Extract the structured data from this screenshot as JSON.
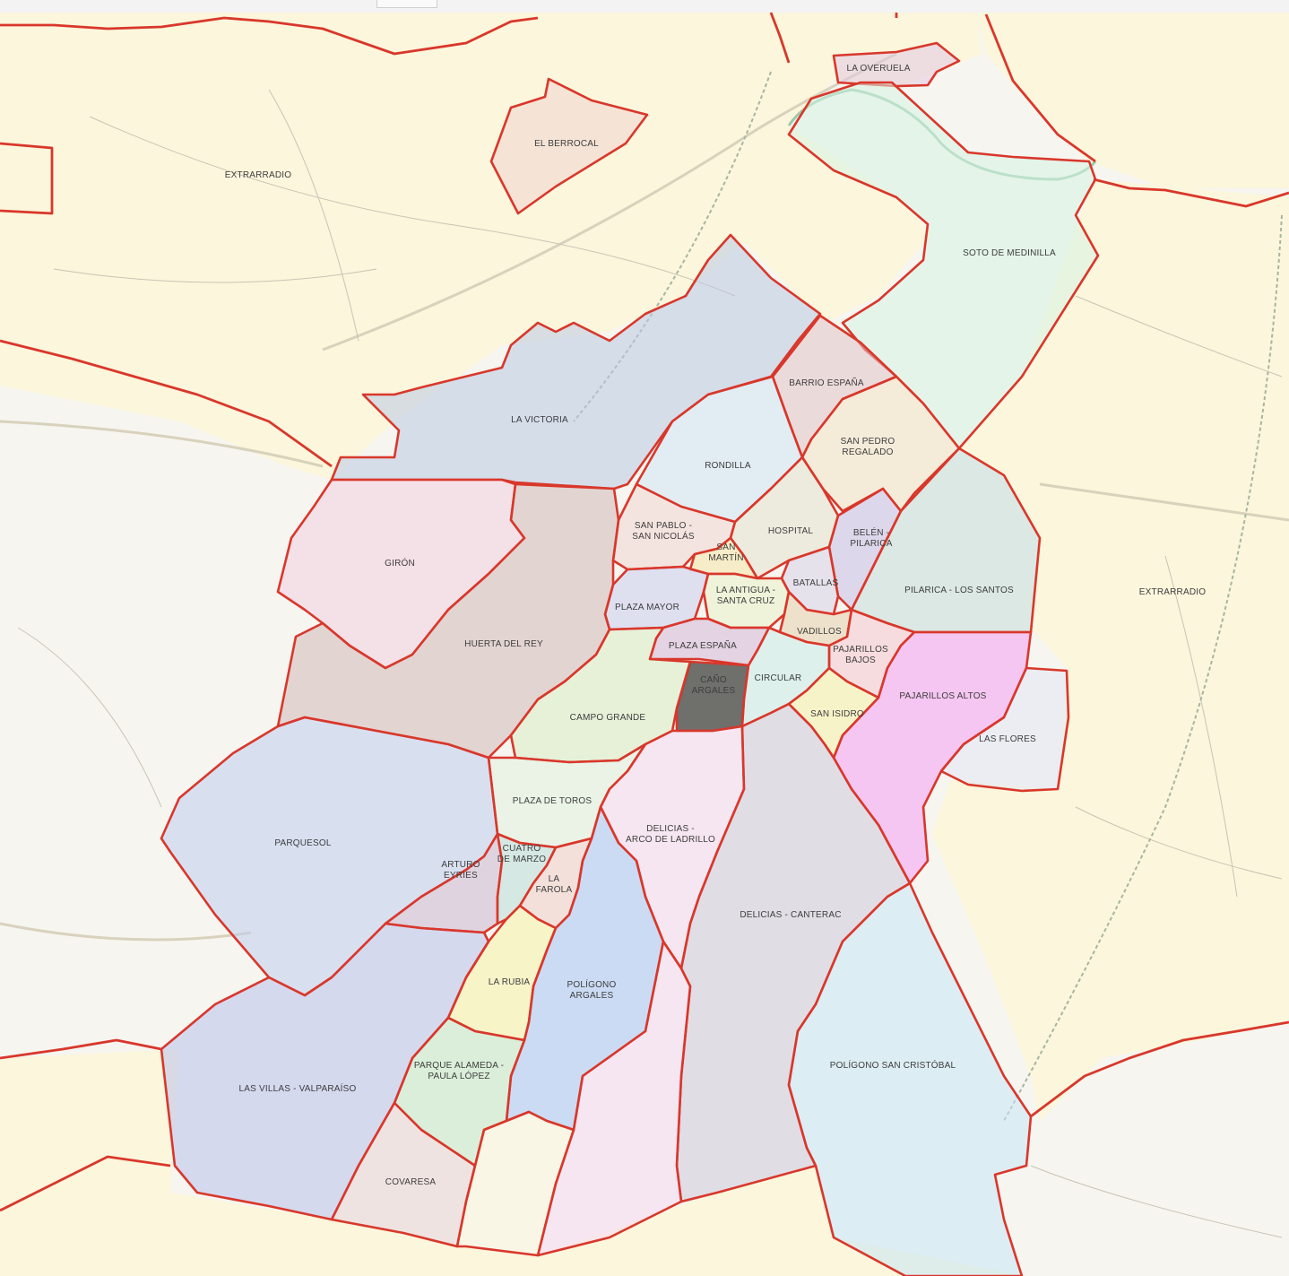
{
  "map": {
    "colors": {
      "boundary": "#d9372b",
      "background_outskirts": "#fbf6dc",
      "background_surroundings": "#f4f4f4"
    },
    "districts": [
      {
        "id": "la-overuela",
        "label": "LA OVERUELA",
        "fill": "#e2c8e6"
      },
      {
        "id": "el-berrocal",
        "label": "EL BERROCAL",
        "fill": "#f1d4d0"
      },
      {
        "id": "extrarradio-nw",
        "label": "EXTRARRADIO",
        "fill": "#fbf6dc"
      },
      {
        "id": "soto-de-medinilla",
        "label": "SOTO DE MEDINILLA",
        "fill": "#d6f2e4"
      },
      {
        "id": "la-victoria",
        "label": "LA VICTORIA",
        "fill": "#b9c8e3"
      },
      {
        "id": "barrio-espana",
        "label": "BARRIO ESPAÑA",
        "fill": "#e1c2c9"
      },
      {
        "id": "rondilla",
        "label": "RONDILLA",
        "fill": "#cfe6f5"
      },
      {
        "id": "san-pedro-regalado",
        "label": "SAN PEDRO\nREGALADO",
        "fill": "#f2e2c6"
      },
      {
        "id": "giron",
        "label": "GIRÓN",
        "fill": "#f3cde0"
      },
      {
        "id": "san-pablo-san-nicolas",
        "label": "SAN PABLO -\nSAN NICOLÁS",
        "fill": "#f3d6d2"
      },
      {
        "id": "hospital",
        "label": "HOSPITAL",
        "fill": "#e6e2cf"
      },
      {
        "id": "belen-pilarica",
        "label": "BELÉN -\nPILARICA",
        "fill": "#c7bde6"
      },
      {
        "id": "san-martin",
        "label": "SAN\nMARTÍN",
        "fill": "#f6e4a5"
      },
      {
        "id": "batallas",
        "label": "BATALLAS",
        "fill": "#d8d2ea"
      },
      {
        "id": "pilarica-los-santos",
        "label": "PILARICA - LOS SANTOS",
        "fill": "#c4ddd8"
      },
      {
        "id": "extrarradio-e",
        "label": "EXTRARRADIO",
        "fill": "#fbf6dc"
      },
      {
        "id": "plaza-mayor",
        "label": "PLAZA MAYOR",
        "fill": "#cbcdf0"
      },
      {
        "id": "la-antigua-santa-cruz",
        "label": "LA ANTIGUA -\nSANTA CRUZ",
        "fill": "#e9f0c8"
      },
      {
        "id": "huerta-del-rey",
        "label": "HUERTA DEL REY",
        "fill": "#d2b8b8"
      },
      {
        "id": "vadillos",
        "label": "VADILLOS",
        "fill": "#e5d0ad"
      },
      {
        "id": "plaza-espana",
        "label": "PLAZA ESPAÑA",
        "fill": "#d6b6d7"
      },
      {
        "id": "pajarillos-bajos",
        "label": "PAJARILLOS\nBAJOS",
        "fill": "#f5c6cf"
      },
      {
        "id": "campo-grande",
        "label": "CAMPO GRANDE",
        "fill": "#d9ecc5"
      },
      {
        "id": "caño-argales",
        "label": "CAÑO\nARGALES",
        "fill": "#b7c7b9"
      },
      {
        "id": "circular",
        "label": "CIRCULAR",
        "fill": "#c9ebe8"
      },
      {
        "id": "pajarillos-altos",
        "label": "PAJARILLOS ALTOS",
        "fill": "#f39ef3"
      },
      {
        "id": "san-isidro",
        "label": "SAN ISIDRO",
        "fill": "#f8f0a8"
      },
      {
        "id": "las-flores",
        "label": "LAS FLORES",
        "fill": "#e1e6f4"
      },
      {
        "id": "plaza-de-toros",
        "label": "PLAZA DE TOROS",
        "fill": "#e0f1df"
      },
      {
        "id": "parquesol",
        "label": "PARQUESOL",
        "fill": "#bfcdf0"
      },
      {
        "id": "delicias-arco-de-ladrillo",
        "label": "DELICIAS -\nARCO DE LADRILLO",
        "fill": "#f6d8f3"
      },
      {
        "id": "arturo-eyries",
        "label": "ARTURO\nEYRIES",
        "fill": "#cbb6cf"
      },
      {
        "id": "cuatro-de-marzo",
        "label": "CUATRO\nDE MARZO",
        "fill": "#b9ddd8"
      },
      {
        "id": "la-farola",
        "label": "LA\nFAROLA",
        "fill": "#f1cdc8"
      },
      {
        "id": "delicias-canterac",
        "label": "DELICIAS - CANTERAC",
        "fill": "#cdc9dc"
      },
      {
        "id": "la-rubia",
        "label": "LA RUBIA",
        "fill": "#f8f2a8"
      },
      {
        "id": "poligono-argales",
        "label": "POLÍGONO\nARGALES",
        "fill": "#a8c4f5"
      },
      {
        "id": "poligono-san-cristobal",
        "label": "POLÍGONO SAN CRISTÓBAL",
        "fill": "#c7e6f6"
      },
      {
        "id": "parque-alameda-paula-lopez",
        "label": "PARQUE ALAMEDA -\nPAULA LÓPEZ",
        "fill": "#c3e8c7"
      },
      {
        "id": "las-villas-valparaiso",
        "label": "LAS VILLAS - VALPARAÍSO",
        "fill": "#b9c1ec"
      },
      {
        "id": "covaresa",
        "label": "COVARESA",
        "fill": "#ead3d6"
      }
    ]
  }
}
